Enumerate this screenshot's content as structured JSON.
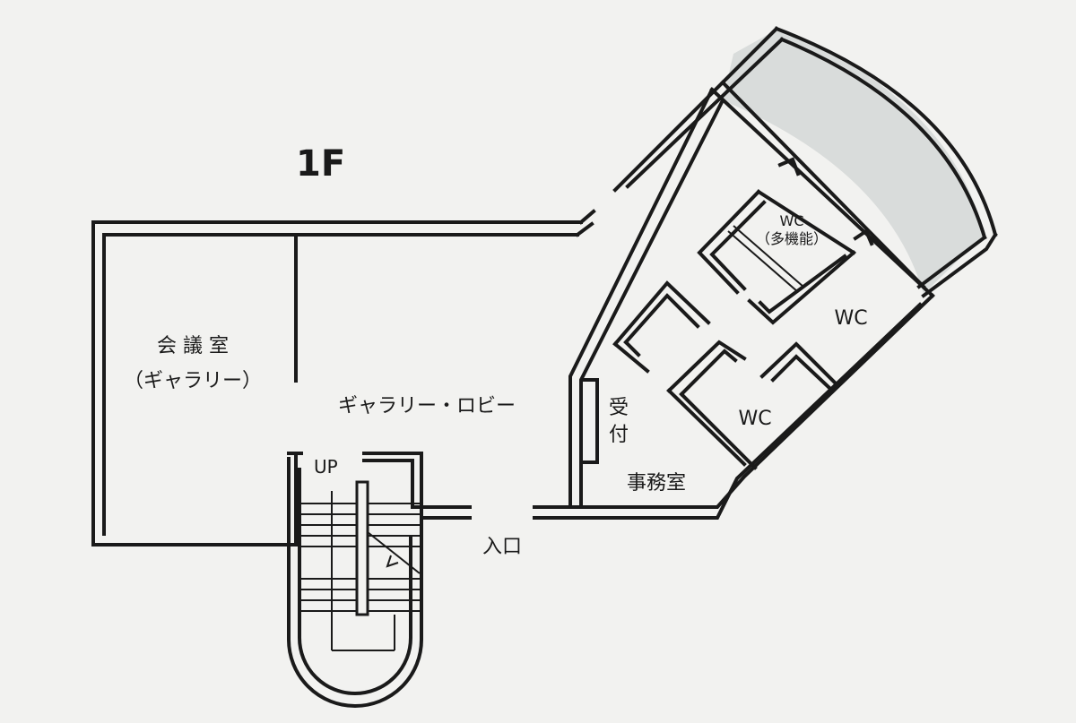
{
  "floor_label": "1F",
  "rooms": {
    "conference": {
      "line1": "会 議 室",
      "line2": "（ギャラリー）"
    },
    "lobby": "ギャラリー・ロビー",
    "up": "UP",
    "reception": {
      "line1": "受",
      "line2": "付"
    },
    "office": "事務室",
    "entrance": "入口",
    "wc_multi": {
      "line1": "WC",
      "line2": "（多機能）"
    },
    "wc_right": "WC",
    "wc_lower": "WC"
  },
  "colors": {
    "wall": "#1a1a1a",
    "background": "#f2f2f0",
    "shaded": "#d9dcdb"
  }
}
